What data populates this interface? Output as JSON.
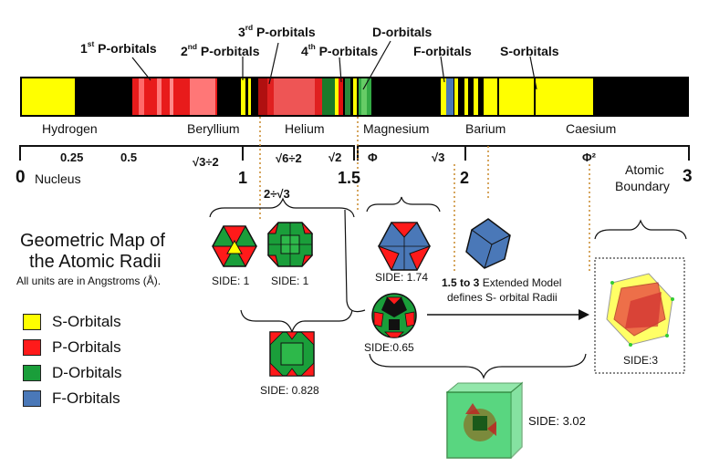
{
  "labels": {
    "p1_num": "1",
    "p1_sup": "st",
    "p1_rest": " P-orbitals",
    "p2_num": "2",
    "p2_sup": "nd",
    "p2_rest": " P-orbitals",
    "p3_num": "3",
    "p3_sup": "rd",
    "p3_rest": " P-orbitals",
    "p4_num": "4",
    "p4_sup": "th",
    "p4_rest": " P-orbitals",
    "d_orbitals": "D-orbitals",
    "f_orbitals": "F-orbitals",
    "s_orbitals": "S-orbitals"
  },
  "elements": {
    "hydrogen": "Hydrogen",
    "beryllium": "Beryllium",
    "helium": "Helium",
    "magnesium": "Magnesium",
    "barium": "Barium",
    "caesium": "Caesium"
  },
  "scale": {
    "zero": "0",
    "nucleus": "Nucleus",
    "v025": "0.25",
    "v05": "0.5",
    "sqrt3_2": "√3÷2",
    "one": "1",
    "sqrt6_2": "√6÷2",
    "sqrt2": "√2",
    "phi": "Φ",
    "sqrt3": "√3",
    "one_five": "1.5",
    "two_div_sqrt3": "2÷√3",
    "two": "2",
    "phi2": "Φ²",
    "three": "3",
    "atomic_boundary_1": "Atomic",
    "atomic_boundary_2": "Boundary"
  },
  "title": {
    "line1": "Geometric Map of",
    "line2": "the Atomic Radii",
    "units": "All units are in Angstroms (Å)."
  },
  "solids": {
    "side1_a": "SIDE: 1",
    "side1_b": "SIDE: 1",
    "side174": "SIDE: 1.74",
    "side065": "SIDE:0.65",
    "side0828": "SIDE: 0.828",
    "side3": "SIDE:3",
    "side302": "SIDE: 3.02"
  },
  "extended": {
    "range": "1.5 to 3",
    "rest1": " Extended Model",
    "line2": "defines S- orbital Radii"
  },
  "legend": [
    {
      "label": "S-Orbitals",
      "color": "#ffff00"
    },
    {
      "label": "P-Orbitals",
      "color": "#ff1a1a"
    },
    {
      "label": "D-Orbitals",
      "color": "#1a9e3a"
    },
    {
      "label": "F-Orbitals",
      "color": "#4a78b8"
    }
  ],
  "colors": {
    "s": "#ffff00",
    "p": "#ff1a1a",
    "d": "#1a9e3a",
    "f": "#4a78b8",
    "guide": "#c8882a"
  }
}
